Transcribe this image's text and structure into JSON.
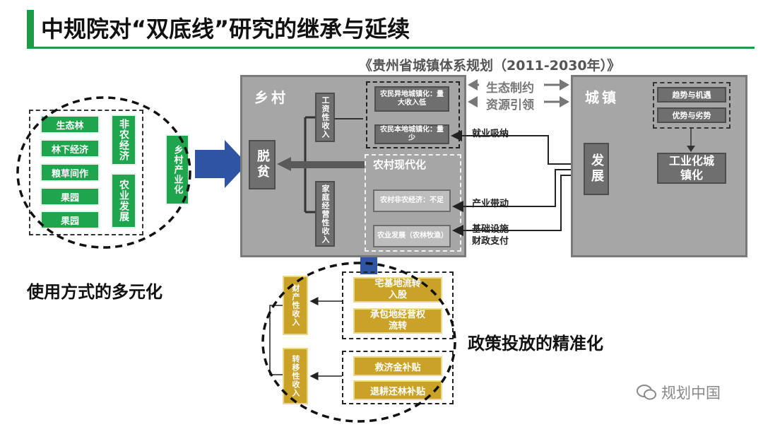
{
  "title": "中规院对“双底线”研究的继承与延续",
  "subtitle": "《贵州省城镇体系规划（2011-2030年）》",
  "left_block": {
    "green_items": [
      "生态林",
      "林下经济",
      "粮草间作",
      "果园",
      "果园"
    ],
    "non_agri": "非农经济",
    "agri_dev": "农业发展",
    "rural_industry": "乡村产业化",
    "caption": "使用方式的多元化"
  },
  "rural": {
    "label": "乡村",
    "poverty": "脱贫",
    "wage_income": "工资性收入",
    "family_income": "家庭经营性收入",
    "migrant_urban": "农民异地城镇化：量大收入低",
    "local_urban": "农民本地城镇化：量少",
    "modernization": "农村现代化",
    "nonfarm_econ": "农村非农经济：不足",
    "agri_develop": "农业发展（农林牧渔）"
  },
  "middle": {
    "eco_constraint": "生态制约",
    "resource_guide": "资源引领",
    "employment": "就业吸纳",
    "industry_drive": "产业带动",
    "infrastructure": "基础设施",
    "fiscal": "财政支付"
  },
  "urban": {
    "label": "城镇",
    "trend": "趋势与机遇",
    "advantage": "优势与劣势",
    "develop": "发展",
    "industrialization": "工业化城镇化"
  },
  "bottom": {
    "property_income": "财产性收入",
    "transfer_income": "转移性收入",
    "homestead": "宅基地流转入股",
    "contract": "承包地经营权流转",
    "relief": "救济金补贴",
    "reforest": "退耕还林补贴",
    "caption": "政策投放的精准化"
  },
  "watermark": "规划中国"
}
